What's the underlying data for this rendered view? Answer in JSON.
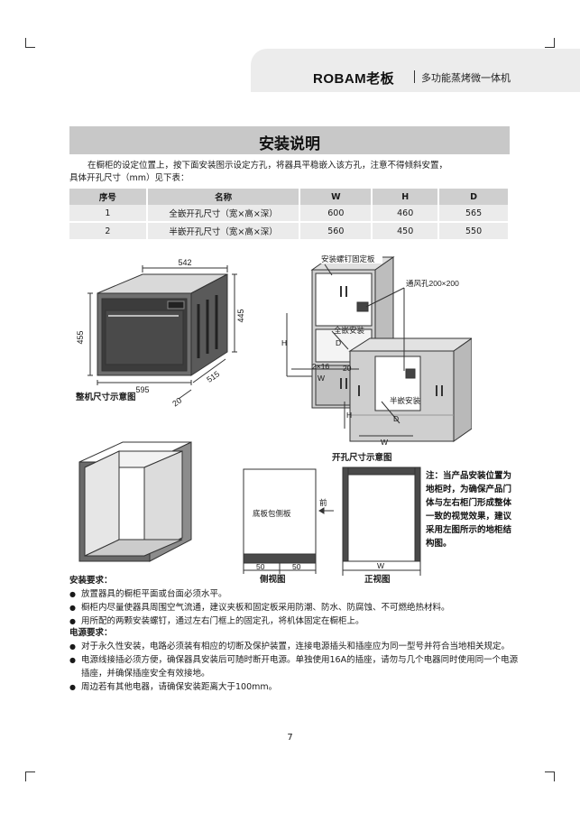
{
  "header": {
    "brand": "ROBAM老板",
    "product_line": "多功能蒸烤微一体机"
  },
  "section": {
    "title": "安装说明"
  },
  "intro": {
    "line1": "在橱柜的设定位置上，按下面安装图示设定方孔，将器具平稳嵌入该方孔，注意不得倾斜安置，",
    "line2": "具体开孔尺寸（mm）见下表："
  },
  "spec_table": {
    "headers": [
      "序号",
      "名称",
      "W",
      "H",
      "D"
    ],
    "rows": [
      [
        "1",
        "全嵌开孔尺寸（宽×高×深）",
        "600",
        "460",
        "565"
      ],
      [
        "2",
        "半嵌开孔尺寸（宽×高×深）",
        "560",
        "450",
        "550"
      ]
    ]
  },
  "unit_diagram": {
    "caption": "整机尺寸示意图",
    "dim_top": "542",
    "dim_left": "455",
    "dim_right": "445",
    "dim_bottom": "595",
    "dim_depth": "515",
    "dim_offset": "20"
  },
  "cutout_diagram": {
    "caption": "开孔尺寸示意图",
    "label_bracket": "安装螺钉固定板",
    "label_vent": "通风孔200×200",
    "label_full": "全嵌安装",
    "label_half": "半嵌安装",
    "label_screws": "2×16",
    "label_20": "20",
    "label_W": "W",
    "label_H": "H",
    "label_D": "D"
  },
  "side_view": {
    "caption": "侧视图",
    "inner_label": "底板包侧板",
    "front_label": "前",
    "dim_left": "50",
    "dim_right": "50"
  },
  "front_view": {
    "caption": "正视图",
    "dim_W": "W"
  },
  "note": {
    "text": "注：当产品安装位置为地柜时，为确保产品门体与左右柜门形成整体一致的视觉效果，建议采用左图所示的地柜结构图。"
  },
  "install_requirements": {
    "title": "安装要求：",
    "items": [
      "放置器具的橱柜平面或台面必须水平。",
      "橱柜内尽量使器具周围空气流通，建议夹板和固定板采用防潮、防水、防腐蚀、不可燃绝热材料。",
      "用所配的两颗安装螺钉，通过左右门框上的固定孔，将机体固定在橱柜上。"
    ]
  },
  "power_requirements": {
    "title": "电源要求：",
    "items": [
      "对于永久性安装，电路必须装有相应的切断及保护装置，连接电源插头和插座应为同一型号并符合当地相关规定。",
      "电源线接插必须方便，确保器具安装后可随时断开电源。单独使用16A的插座，请勿与几个电器同时使用同一个电源插座，并确保插座安全有效接地。",
      "周边若有其他电器，请确保安装距离大于100mm。"
    ]
  },
  "page": {
    "number": "7"
  }
}
